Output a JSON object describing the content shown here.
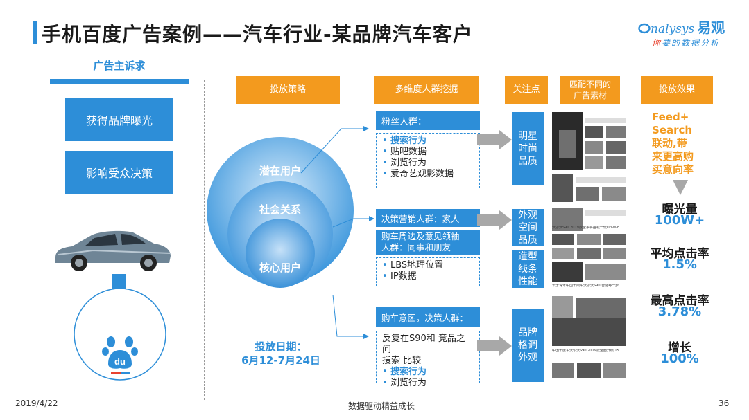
{
  "header": {
    "title": "手机百度广告案例——汽车行业-某品牌汽车客户",
    "logo_en": "nalysys",
    "logo_cn": "易观",
    "logo_sub_red": "你",
    "logo_sub": "要的数据分析"
  },
  "appeal": {
    "title": "广告主诉求",
    "items": [
      "获得品牌曝光",
      "影响受众决策"
    ]
  },
  "columns": [
    "投放策略",
    "多维度人群挖掘",
    "关注点",
    "匹配不同的\n广告素材",
    "投放效果"
  ],
  "circles": {
    "outer": "潜在用户",
    "middle": "社会关系",
    "inner": "核心用户"
  },
  "date": {
    "label": "投放日期：",
    "value": "6月12-7月24日"
  },
  "segments": [
    {
      "head": "粉丝人群：",
      "items": [
        {
          "text": "搜索行为",
          "hl": true
        },
        {
          "text": "贴吧数据",
          "hl": false
        },
        {
          "text": "浏览行为",
          "hl": false
        },
        {
          "text": "爱奇艺观影数据",
          "hl": false
        }
      ]
    },
    {
      "head": "决策营销人群：家人",
      "head2": "购车周边及意见领袖\n人群：同事和朋友",
      "items": [
        {
          "text": "LBS地理位置",
          "hl": false
        },
        {
          "text": "IP数据",
          "hl": false
        }
      ]
    },
    {
      "head": "购车意图，决策人群：",
      "body_plain": "反复在S90和 竞品之间\n搜索 比较",
      "items": [
        {
          "text": "搜索行为",
          "hl": true
        },
        {
          "text": "浏览行为",
          "hl": false
        }
      ]
    }
  ],
  "focus": [
    "明星\n时尚\n品质",
    "外观\n空间\n品质",
    "造型\n线条\n性能",
    "品牌\n格调\n外观"
  ],
  "thumb_captions": [
    "沃尔沃S90 2019款全系将搭载一代Drive-E",
    "长于青年中国年限车沃尔沃S90 智能每一步",
    "中国年度车沃尔沃S90 2019款全面升级,T5"
  ],
  "results": {
    "feed_text": "Feed+\nSearch\n联动,带\n来更高购\n买意向率",
    "items": [
      {
        "label": "曝光量",
        "value": "100W+"
      },
      {
        "label": "平均点击率",
        "value": "1.5%"
      },
      {
        "label": "最高点击率",
        "value": "3.78%"
      },
      {
        "label": "增长",
        "value": "100%"
      }
    ]
  },
  "footer": {
    "date": "2019/4/22",
    "slogan": "数据驱动精益成长",
    "page": "36"
  },
  "colors": {
    "accent": "#2d8ed8",
    "orange": "#f39a1e",
    "red": "#e8422f"
  }
}
